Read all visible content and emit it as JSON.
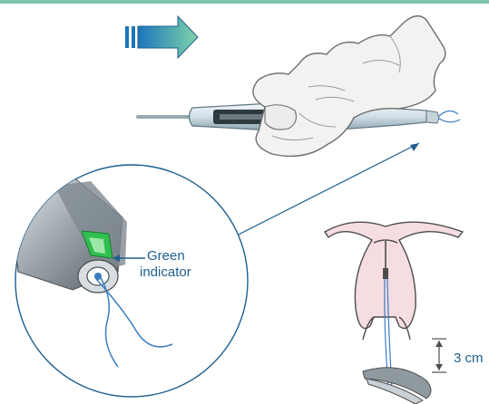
{
  "labels": {
    "green_line1": "Green",
    "green_line2": "indicator",
    "distance": "3 cm"
  },
  "colors": {
    "accent_bar": "#7fc4a9",
    "arrow_blue": "#1b75bb",
    "arrow_green": "#6cc4a0",
    "label_text": "#1f5f8f",
    "indicator_green": "#2fbf4f",
    "uterus_fill": "#f6dde2",
    "thread_blue": "#3a7cc0",
    "outline": "#4d4d4d"
  },
  "icons": [
    "direction-arrow-icon",
    "glove-hand-icon",
    "inserter-device-icon",
    "magnified-tip-icon",
    "uterus-diagram-icon",
    "forceps-icon"
  ]
}
